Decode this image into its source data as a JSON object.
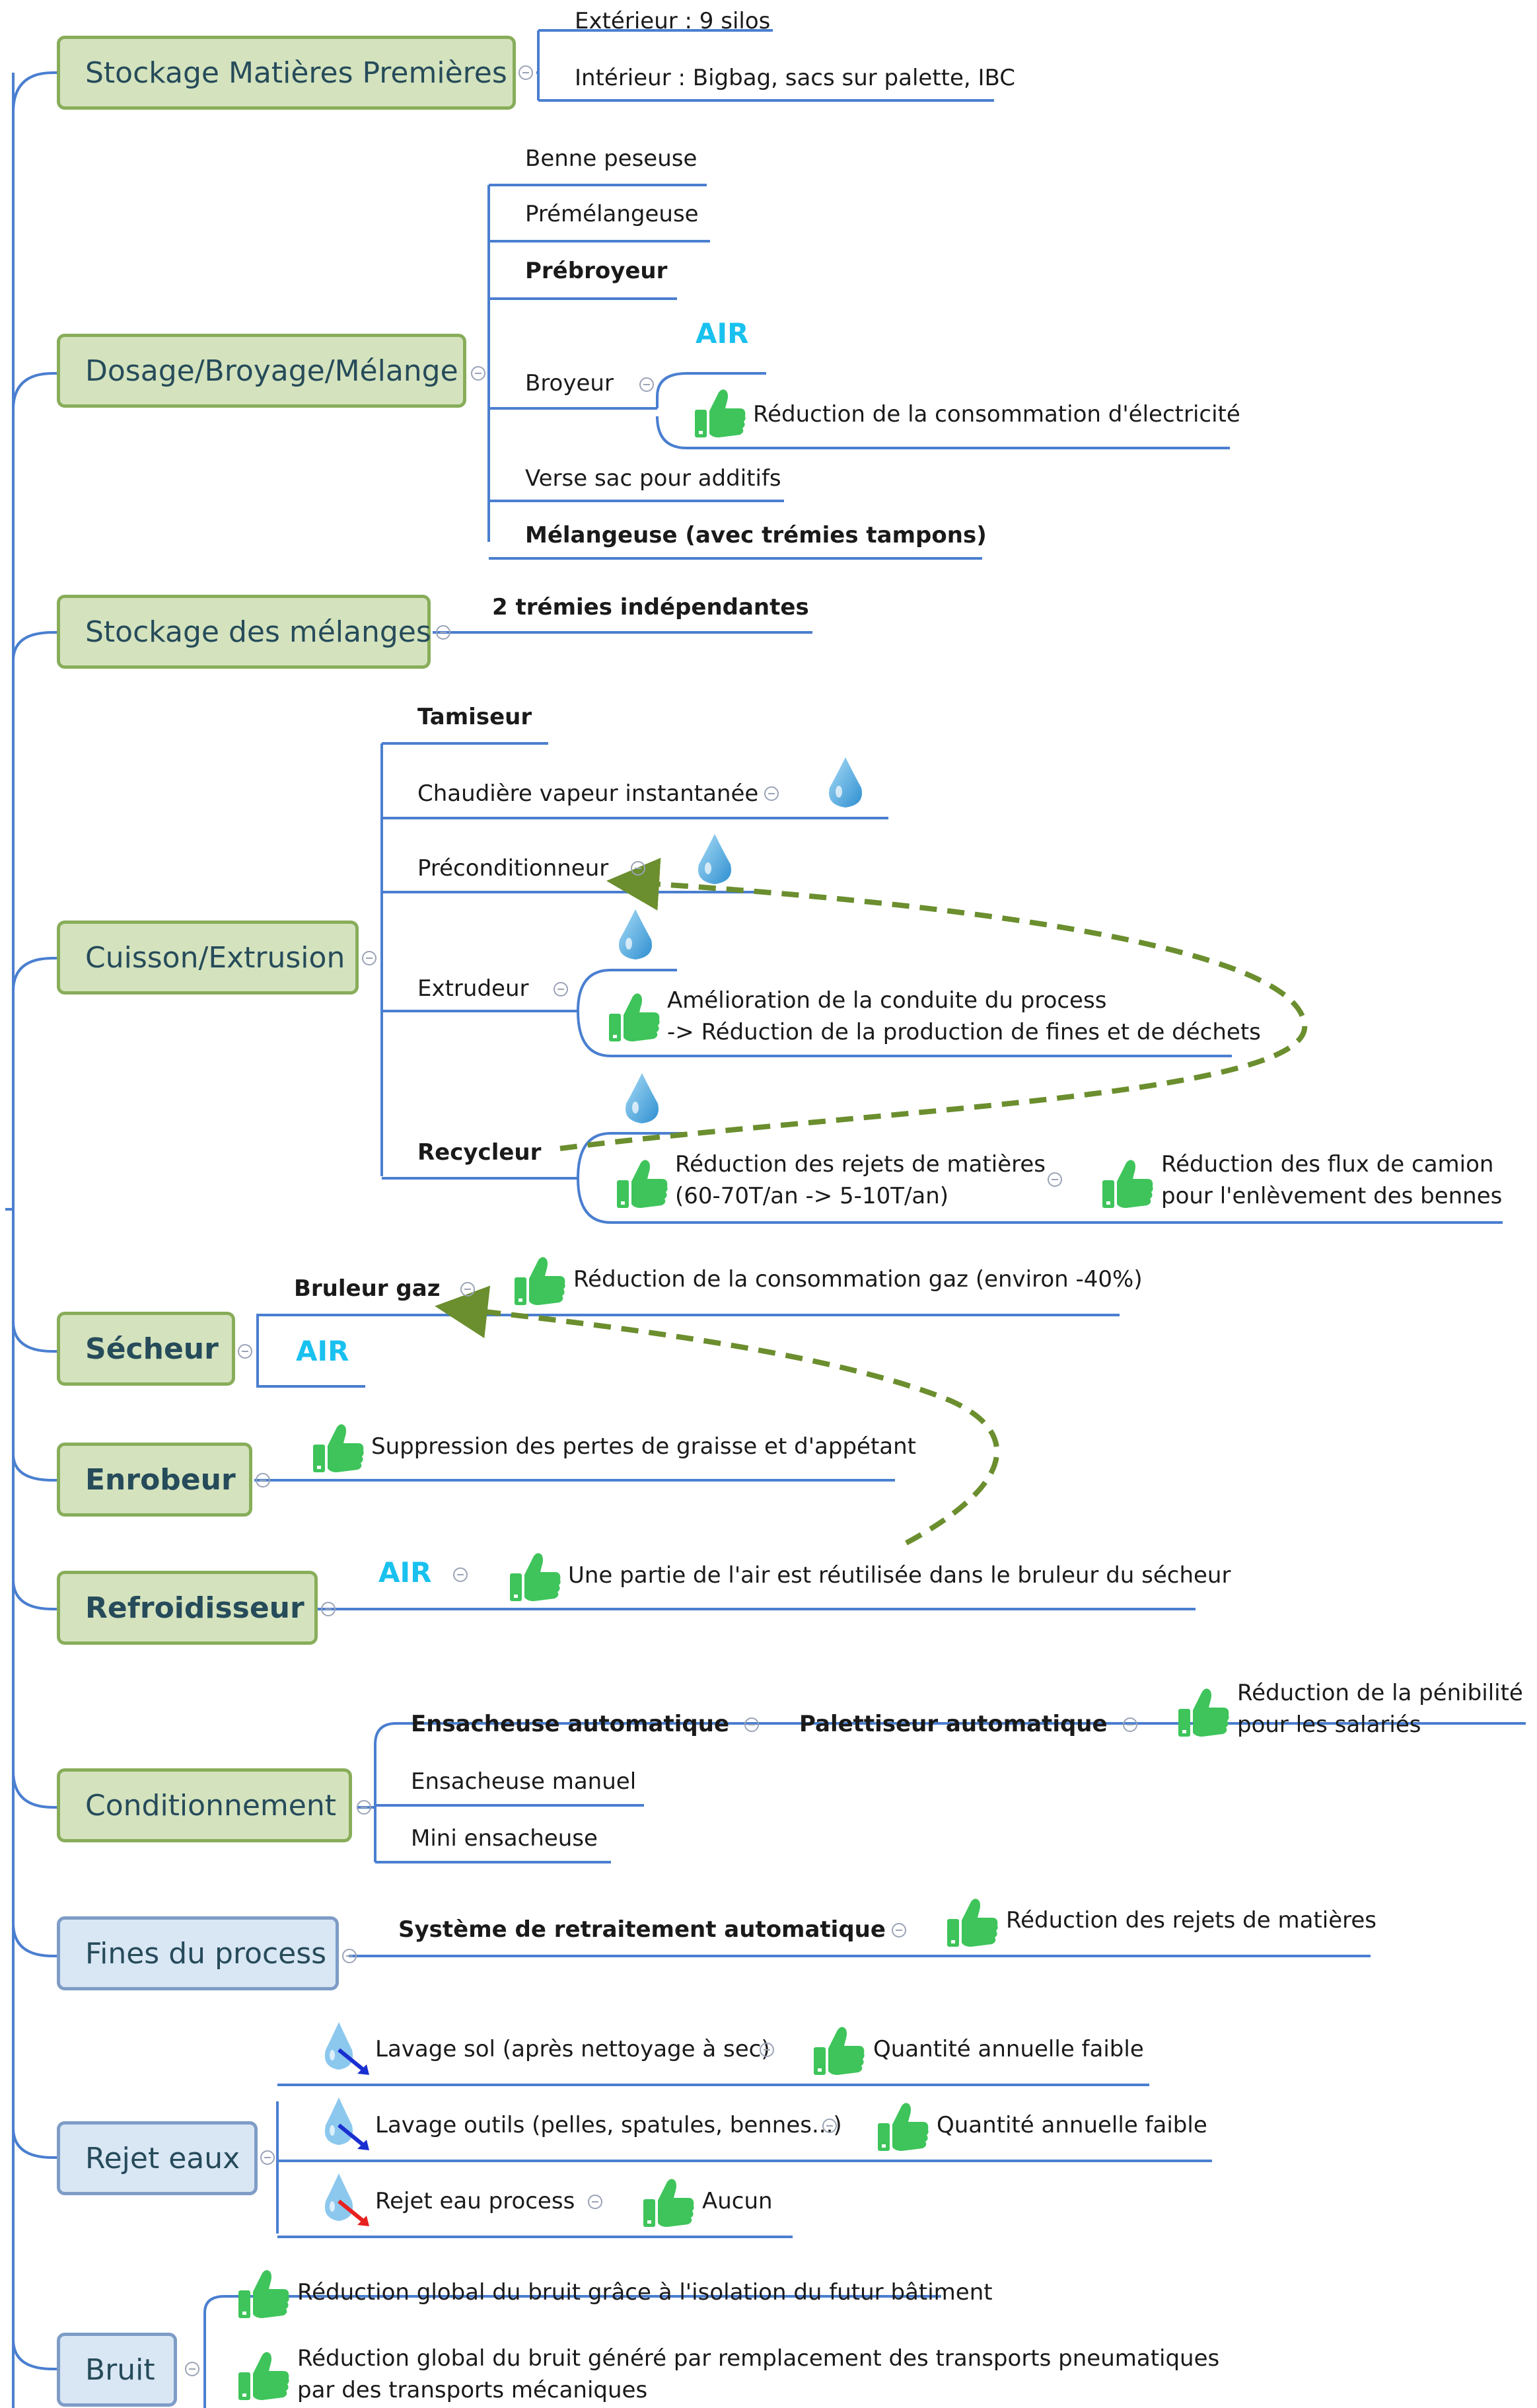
{
  "categories": {
    "stockage_mp": "Stockage Matières Premières",
    "dosage": "Dosage/Broyage/Mélange",
    "stockage_melanges": "Stockage des mélanges",
    "cuisson": "Cuisson/Extrusion",
    "secheur": "Sécheur",
    "enrobeur": "Enrobeur",
    "refroidisseur": "Refroidisseur",
    "conditionnement": "Conditionnement",
    "fines": "Fines du process",
    "rejet_eaux": "Rejet eaux",
    "bruit": "Bruit"
  },
  "stockage_mp": {
    "exterieur": "Extérieur : 9 silos",
    "interieur": "Intérieur : Bigbag, sacs sur palette, IBC"
  },
  "dosage": {
    "benne": "Benne peseuse",
    "premelangeuse": "Prémélangeuse",
    "prebroyeur": "Prébroyeur",
    "broyeur": "Broyeur",
    "broyeur_air": "AIR",
    "broyeur_benefit": "Réduction de la consommation d'électricité",
    "verse_sac": "Verse sac pour additifs",
    "melangeuse": "Mélangeuse (avec trémies tampons)"
  },
  "stockage_melanges": {
    "tremies": "2 trémies indépendantes"
  },
  "cuisson": {
    "tamiseur": "Tamiseur",
    "chaudiere": "Chaudière vapeur instantanée",
    "preconditionneur": "Préconditionneur",
    "extrudeur": "Extrudeur",
    "extrudeur_benefit_1": "Amélioration de la conduite du process",
    "extrudeur_benefit_2": "-> Réduction de la production de fines et de déchets",
    "recycleur": "Recycleur",
    "recycleur_benefit_1": "Réduction des rejets de matières",
    "recycleur_benefit_2": "(60-70T/an -> 5-10T/an)",
    "camion_benefit_1": "Réduction des flux de camion",
    "camion_benefit_2": "pour l'enlèvement des bennes"
  },
  "secheur": {
    "bruleur": "Bruleur gaz",
    "bruleur_benefit": "Réduction de la consommation gaz (environ -40%)",
    "air": "AIR"
  },
  "enrobeur": {
    "benefit": "Suppression des pertes de graisse et d'appétant"
  },
  "refroidisseur": {
    "air": "AIR",
    "benefit": "Une partie de l'air est réutilisée dans le bruleur du sécheur"
  },
  "conditionnement": {
    "ensacheuse_auto": "Ensacheuse automatique",
    "palettiseur": "Palettiseur automatique",
    "penibilite_1": "Réduction de la pénibilité",
    "penibilite_2": "pour les salariés",
    "ensacheuse_manuel": "Ensacheuse manuel",
    "mini": "Mini ensacheuse"
  },
  "fines": {
    "systeme": "Système de retraitement automatique",
    "benefit": "Réduction des rejets de matières"
  },
  "rejet_eaux": {
    "lavage_sol": "Lavage sol (après nettoyage à sec)",
    "lavage_sol_benefit": "Quantité annuelle faible",
    "lavage_outils": "Lavage outils (pelles, spatules, bennes...)",
    "lavage_outils_benefit": "Quantité annuelle faible",
    "rejet_process": "Rejet eau process",
    "rejet_process_benefit": "Aucun"
  },
  "bruit": {
    "benefit_1": "Réduction global du bruit grâce à l'isolation du futur bâtiment",
    "benefit_2a": "Réduction global du bruit généré par remplacement des transports pneumatiques",
    "benefit_2b": "par des transports mécaniques"
  },
  "colors": {
    "green_fill": "#d4e3be",
    "green_border": "#88ad5a",
    "blue_fill": "#d9e6f4",
    "blue_border": "#7e9cc6",
    "line": "#4a7fd0",
    "air": "#19c1ef",
    "thumb": "#3ec45a",
    "drop": "#5bb4e8",
    "arrow": "#6b8e2e"
  },
  "icons": [
    "thumbs-up-icon",
    "water-drop-icon",
    "water-discharge-icon",
    "collapse-icon"
  ]
}
